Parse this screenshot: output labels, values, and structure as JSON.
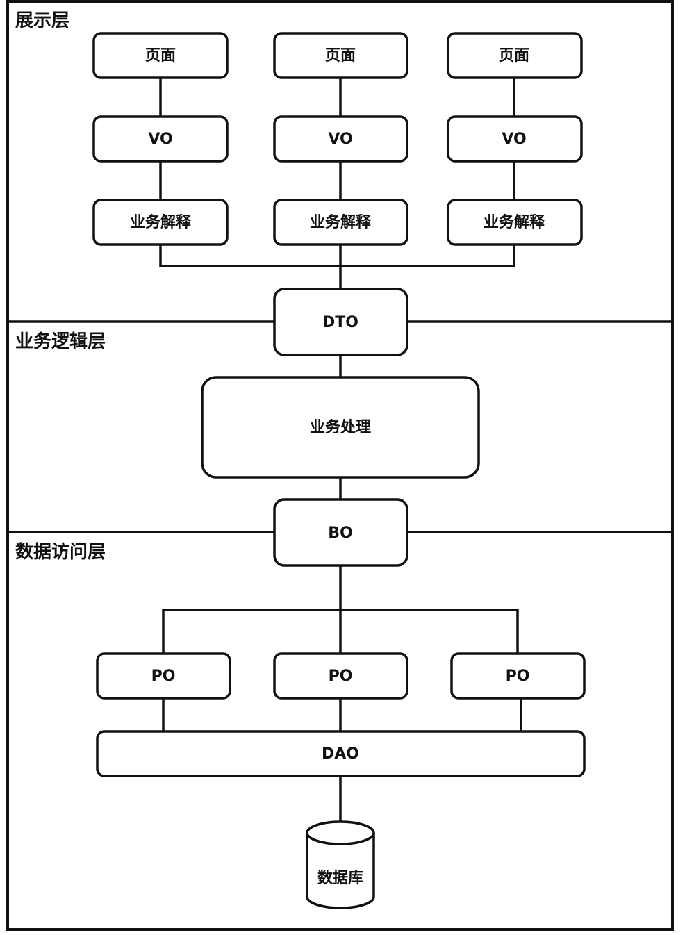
{
  "layers": {
    "presentation": "展示层",
    "business_logic": "业务逻辑层",
    "data_access": "数据访问层"
  },
  "presentation": {
    "columns": [
      {
        "page": "页面",
        "vo": "VO",
        "interpret": "业务解释"
      },
      {
        "page": "页面",
        "vo": "VO",
        "interpret": "业务解释"
      },
      {
        "page": "页面",
        "vo": "VO",
        "interpret": "业务解释"
      }
    ]
  },
  "transfer": {
    "dto": "DTO",
    "bo": "BO"
  },
  "business": {
    "process": "业务处理"
  },
  "data_access": {
    "po": [
      "PO",
      "PO",
      "PO"
    ],
    "dao": "DAO",
    "database": "数据库"
  }
}
